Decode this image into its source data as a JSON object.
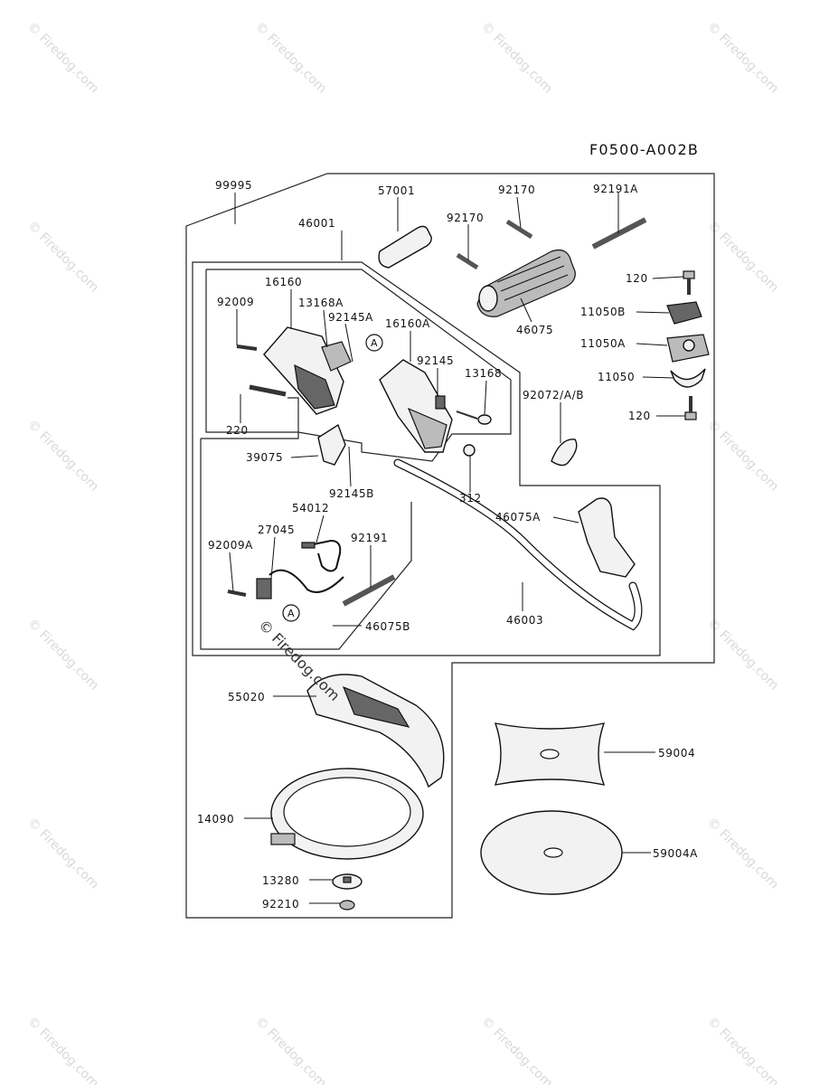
{
  "diagram": {
    "code": "F0500-A002B",
    "watermark": "© Firedog.com",
    "watermark_inline": "© Firedog.com",
    "ref_marker": "A"
  },
  "labels": {
    "p99995": "99995",
    "p57001": "57001",
    "p92170a": "92170",
    "p92170b": "92170",
    "p92191A": "92191A",
    "p46001": "46001",
    "p16160": "16160",
    "p13168A": "13168A",
    "p92009": "92009",
    "p92145A": "92145A",
    "p16160A": "16160A",
    "p92145": "92145",
    "p13168": "13168",
    "p120a": "120",
    "p11050B": "11050B",
    "p11050A": "11050A",
    "p11050": "11050",
    "p120b": "120",
    "p46075": "46075",
    "p92072": "92072/A/B",
    "p220": "220",
    "p39075": "39075",
    "p92145B": "92145B",
    "p312": "312",
    "p54012": "54012",
    "p27045": "27045",
    "p92009A": "92009A",
    "p92191": "92191",
    "p46075A": "46075A",
    "p46003": "46003",
    "p46075B": "46075B",
    "p55020": "55020",
    "p59004": "59004",
    "p14090": "14090",
    "p59004A": "59004A",
    "p13280": "13280",
    "p92210": "92210"
  }
}
